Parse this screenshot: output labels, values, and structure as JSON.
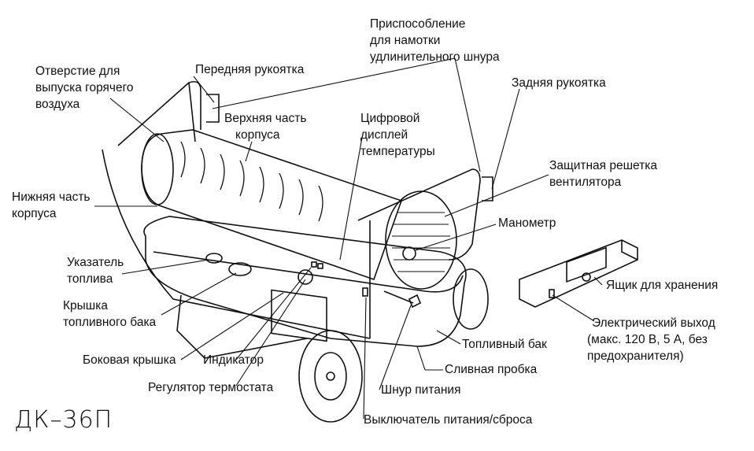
{
  "model": "ДК–36П",
  "labels": {
    "cord_wrap": [
      "Приспособление",
      "для намотки",
      "удлинительного шнура"
    ],
    "hot_air_outlet": [
      "Отверстие для",
      "выпуска горячего",
      "воздуха"
    ],
    "front_handle": "Передняя рукоятка",
    "rear_handle": "Задняя рукоятка",
    "upper_shell": [
      "Верхняя часть",
      "корпуса"
    ],
    "digital_display": [
      "Цифровой",
      "дисплей",
      "температуры"
    ],
    "fan_guard": [
      "Защитная решетка",
      "вентилятора"
    ],
    "lower_shell": [
      "Нижняя часть",
      "корпуса"
    ],
    "pressure_gauge": "Манометр",
    "fuel_gauge": [
      "Указатель",
      "топлива"
    ],
    "storage_box": "Ящик для хранения",
    "fuel_cap": [
      "Крышка",
      "топливного бака"
    ],
    "power_outlet": [
      "Электрический выход",
      "(макс. 120 В, 5 А, без",
      "предохранителя)"
    ],
    "fuel_tank": "Топливный бак",
    "side_cover": "Боковая крышка",
    "indicator": "Индикатор",
    "drain_plug": "Сливная пробка",
    "thermostat": "Регулятор термостата",
    "power_cord": "Шнур питания",
    "power_switch": "Выключатель питания/сброса"
  }
}
